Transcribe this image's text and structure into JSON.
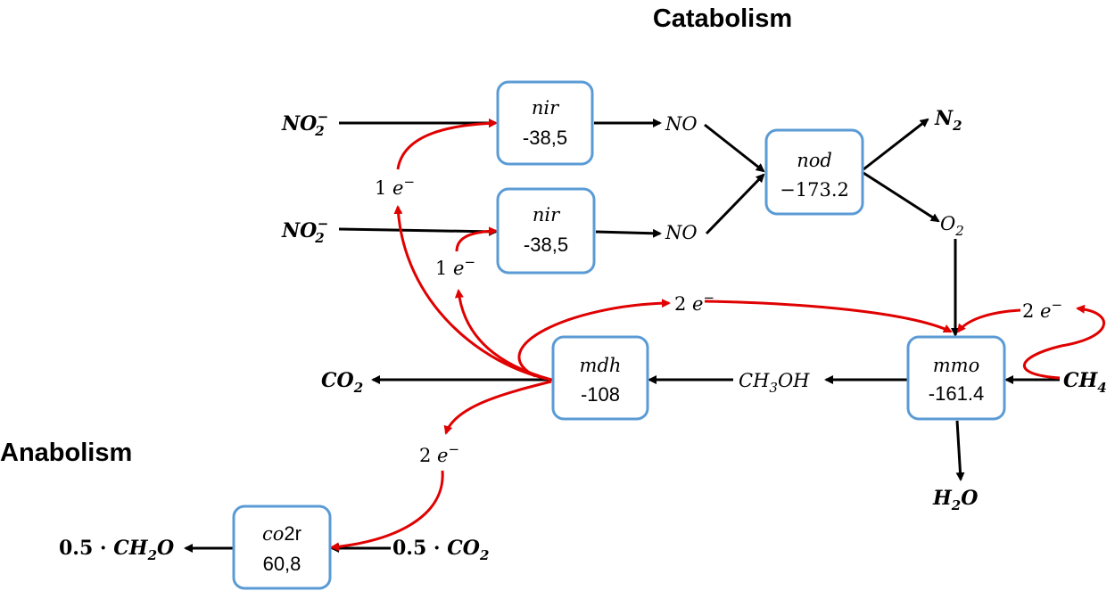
{
  "titles": {
    "catabolism": "Catabolism",
    "anabolism": "Anabolism"
  },
  "enzymes": {
    "nir1": {
      "name": "nir",
      "value": "-38,5"
    },
    "nir2": {
      "name": "nir",
      "value": "-38,5"
    },
    "nod": {
      "name": "nod",
      "value": "−173.2"
    },
    "mmo": {
      "name": "mmo",
      "value": "-161.4"
    },
    "mdh": {
      "name": "mdh",
      "value": "-108"
    },
    "co2r": {
      "name_italic": "co",
      "name_rest": "2r",
      "value": "60,8"
    }
  },
  "species": {
    "no2_top": {
      "base": "NO",
      "sub": "2",
      "sup": "−"
    },
    "no2_bottom": {
      "base": "NO",
      "sub": "2",
      "sup": "−"
    },
    "no_top": "NO",
    "no_bottom": "NO",
    "n2": {
      "base": "N",
      "sub": "2"
    },
    "o2": {
      "base": "O",
      "sub": "2"
    },
    "ch4": {
      "base": "CH",
      "sub": "4"
    },
    "ch3oh": {
      "a": "CH",
      "sub": "3",
      "b": "OH"
    },
    "h2o": {
      "a": "H",
      "sub": "2",
      "b": "O"
    },
    "co2_left": {
      "base": "CO",
      "sub": "2"
    },
    "ch2o_product": {
      "coef": "0.5 · ",
      "a": "CH",
      "sub": "2",
      "b": "O"
    },
    "co2_substrate": {
      "coef": "0.5 · ",
      "base": "CO",
      "sub": "2"
    }
  },
  "electrons": {
    "e_nir1": {
      "count": "1 ",
      "e": "e",
      "sup": "−"
    },
    "e_nir2": {
      "count": "1 ",
      "e": "e",
      "sup": "−"
    },
    "e_mdh_mmo": {
      "count": "2 ",
      "e": "e",
      "sup": "−"
    },
    "e_ch4": {
      "count": "2 ",
      "e": "e",
      "sup": "−"
    },
    "e_co2r": {
      "count": "2 ",
      "e": "e",
      "sup": "−"
    }
  },
  "colors": {
    "box_border": "#5b9bd5",
    "electron_arrow": "#e00000",
    "flux_arrow": "#000000"
  }
}
